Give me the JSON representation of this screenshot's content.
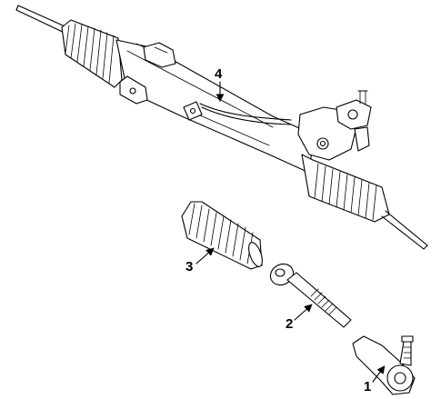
{
  "diagram": {
    "callouts": [
      {
        "id": "1",
        "label": "1",
        "part": "tie-rod-end"
      },
      {
        "id": "2",
        "label": "2",
        "part": "inner-tie-rod"
      },
      {
        "id": "3",
        "label": "3",
        "part": "boot"
      },
      {
        "id": "4",
        "label": "4",
        "part": "steering-gear-assembly"
      }
    ]
  }
}
